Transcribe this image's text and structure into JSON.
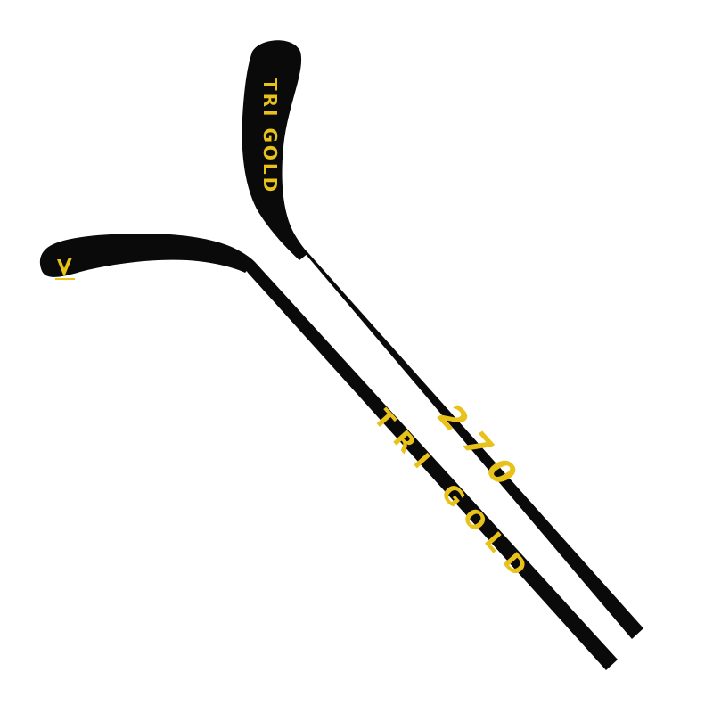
{
  "colors": {
    "background": "#ffffff",
    "stick": "#0a0a0a",
    "accent": "#e8c21a"
  },
  "stick_front": {
    "shaft_text": "TRI GOLD"
  },
  "stick_back": {
    "blade_text": "TRI GOLD",
    "shaft_text": "270"
  },
  "icons": {
    "front_blade_logo": "v-logo-icon"
  }
}
